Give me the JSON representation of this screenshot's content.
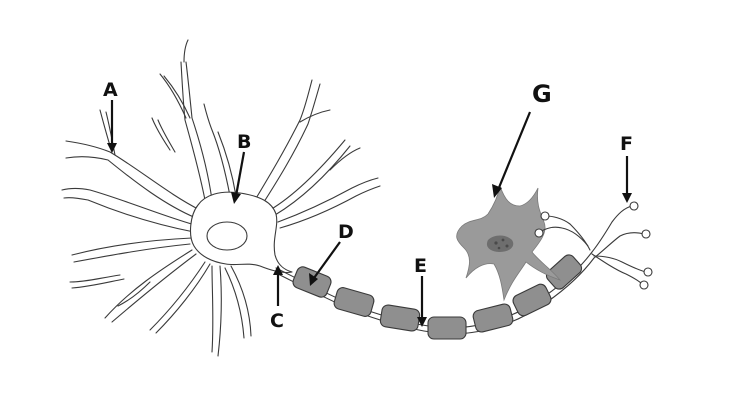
{
  "labels": {
    "a": "A",
    "b": "B",
    "c": "C",
    "d": "D",
    "e": "E",
    "f": "F",
    "g": "G"
  },
  "colors": {
    "outline": "#3a3a3a",
    "myelin_fill": "#8f8f8f",
    "glial_fill": "#9a9a9a",
    "label": "#111111"
  }
}
